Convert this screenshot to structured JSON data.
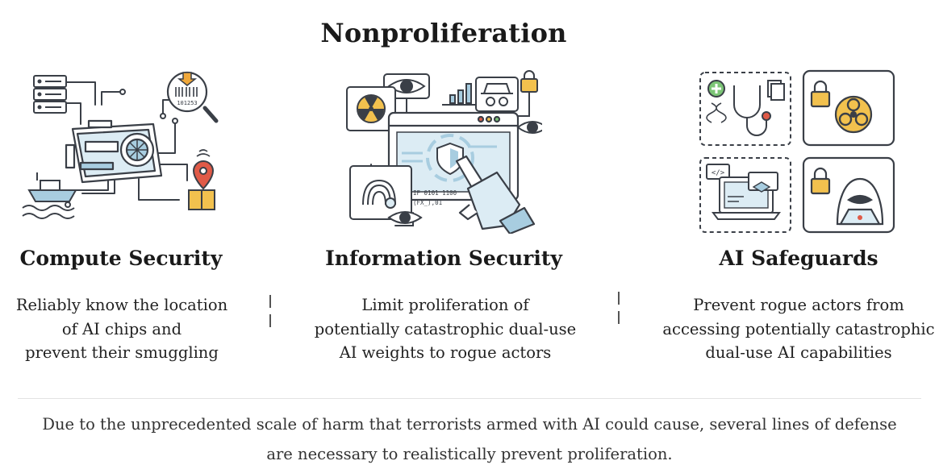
{
  "title": "Nonproliferation",
  "columns": [
    {
      "heading": "Compute Security",
      "description": [
        "Reliably know the location",
        "of AI chips and",
        "prevent their smuggling"
      ],
      "illustration": {
        "barcode_number": "101253"
      }
    },
    {
      "heading": "Information Security",
      "description": [
        "Limit proliferation of",
        "potentially catastrophic dual-use",
        "AI weights to rogue actors"
      ],
      "illustration": {
        "code_line_1": "IF 0101 1100",
        "code_line_2": "(FX_),01"
      }
    },
    {
      "heading": "AI Safeguards",
      "description": [
        "Prevent rogue actors from",
        "accessing potentially catastrophic",
        "dual-use AI capabilities"
      ],
      "illustration": {
        "code_tag": "</>"
      }
    }
  ],
  "footer": [
    "Due to the unprecedented scale of harm that terrorists armed with AI could cause, several lines of defense",
    "are necessary to realistically prevent proliferation."
  ],
  "colors": {
    "stroke": "#3a3f47",
    "accent_blue": "#a8cde0",
    "accent_light": "#dcecf4",
    "accent_gold": "#f2c14e",
    "accent_red": "#e05a47",
    "accent_green": "#7cc576",
    "accent_orange": "#f0a83a"
  }
}
